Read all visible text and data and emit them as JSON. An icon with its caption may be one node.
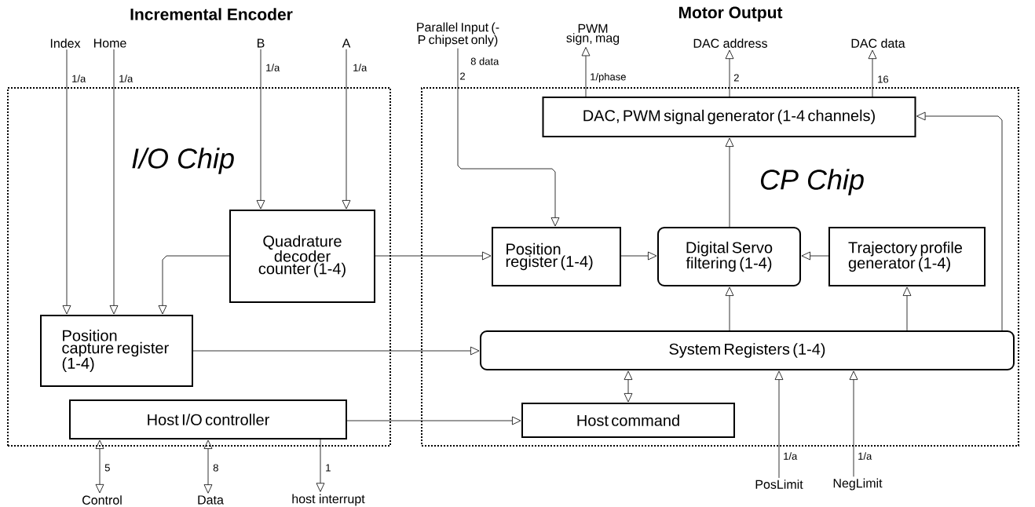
{
  "diagram": {
    "nodes": [
      {
        "text": [
          "I/O Chip"
        ]
      },
      {
        "text": [
          "CP Chip"
        ]
      },
      {
        "text": [
          "Index"
        ]
      },
      {
        "text": [
          "Home"
        ]
      },
      {
        "text": [
          "B"
        ]
      },
      {
        "text": [
          "A"
        ]
      },
      {
        "text": [
          "Parallel Input (-P chipset only)"
        ]
      },
      {
        "text": [
          "PWM sign, mag"
        ]
      },
      {
        "text": [
          "DAC address"
        ]
      },
      {
        "text": [
          "DAC data"
        ]
      },
      {
        "text": [
          "Quadrature decoder counter (1-4)"
        ],
        "in": 0
      },
      {
        "text": [
          "Position capture register (1-4)"
        ],
        "in": 0
      },
      {
        "text": [
          "Host I/O controller"
        ],
        "in": 0
      },
      {
        "text": [
          "DAC, PWM signal generator (1-4 channels)"
        ],
        "in": 1
      },
      {
        "text": [
          "Position register (1-4)"
        ],
        "in": 1
      },
      {
        "text": [
          "Digital Servo filtering (1-4)"
        ],
        "in": 1
      },
      {
        "text": [
          "Trajectory profile generator (1-4)"
        ],
        "in": 1
      },
      {
        "text": [
          "System Registers (1-4)"
        ],
        "in": 1
      },
      {
        "text": [
          "Host command"
        ],
        "in": 1
      },
      {
        "text": [
          "Control"
        ]
      },
      {
        "text": [
          "Data"
        ]
      },
      {
        "text": [
          "host interrupt"
        ]
      },
      {
        "text": [
          "PosLimit"
        ]
      },
      {
        "text": [
          "NegLimit"
        ]
      }
    ],
    "edges": [
      {
        "from": 2,
        "to": 11,
        "arrow": "to",
        "label": "1/a"
      },
      {
        "from": 3,
        "to": 11,
        "arrow": "to",
        "label": "1/a"
      },
      {
        "from": 4,
        "to": 10,
        "arrow": "to",
        "label": "1/a"
      },
      {
        "from": 5,
        "to": 10,
        "arrow": "to",
        "label": "1/a"
      },
      {
        "from": 10,
        "to": 11,
        "arrow": "to"
      },
      {
        "from": 6,
        "to": 14,
        "arrow": "to",
        "label": "8 data"
      },
      {
        "from": 13,
        "to": 7,
        "arrow": "to",
        "label": "1/phase"
      },
      {
        "from": 13,
        "to": 8,
        "arrow": "to",
        "label": "2"
      },
      {
        "from": 13,
        "to": 9,
        "arrow": "to",
        "label": "16"
      },
      {
        "from": 10,
        "to": 14,
        "arrow": "to"
      },
      {
        "from": 14,
        "to": 15,
        "arrow": "to"
      },
      {
        "from": 16,
        "to": 15,
        "arrow": "to"
      },
      {
        "from": 15,
        "to": 13,
        "arrow": "to"
      },
      {
        "from": 17,
        "to": 15,
        "arrow": "to"
      },
      {
        "from": 17,
        "to": 16,
        "arrow": "to"
      },
      {
        "from": 17,
        "to": 13,
        "arrow": "to"
      },
      {
        "from": 11,
        "to": 17,
        "arrow": "to"
      },
      {
        "from": 12,
        "to": 18,
        "arrow": "to"
      },
      {
        "from": 17,
        "to": 18,
        "arrow": "both"
      },
      {
        "from": 12,
        "to": 19,
        "arrow": "both",
        "label": "5"
      },
      {
        "from": 12,
        "to": 20,
        "arrow": "both",
        "label": "8"
      },
      {
        "from": 12,
        "to": 21,
        "arrow": "to",
        "label": "1"
      },
      {
        "from": 22,
        "to": 17,
        "arrow": "to",
        "label": "1/a"
      },
      {
        "from": 23,
        "to": 17,
        "arrow": "to",
        "label": "1/a"
      }
    ],
    "labels": [
      "Incremental Encoder",
      "Motor Output",
      "2"
    ]
  }
}
